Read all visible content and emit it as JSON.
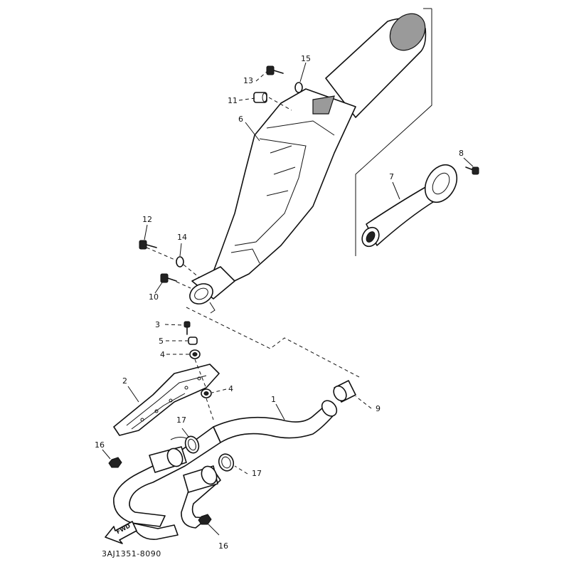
{
  "diagram": {
    "drawing_code": "3AJ1351-8090",
    "direction_label": "FWD",
    "callouts": [
      {
        "id": "c1",
        "label": "1"
      },
      {
        "id": "c2",
        "label": "2"
      },
      {
        "id": "c3",
        "label": "3"
      },
      {
        "id": "c4a",
        "label": "4"
      },
      {
        "id": "c4b",
        "label": "4"
      },
      {
        "id": "c5",
        "label": "5"
      },
      {
        "id": "c6",
        "label": "6"
      },
      {
        "id": "c7",
        "label": "7"
      },
      {
        "id": "c8",
        "label": "8"
      },
      {
        "id": "c9",
        "label": "9"
      },
      {
        "id": "c10",
        "label": "10"
      },
      {
        "id": "c11",
        "label": "11"
      },
      {
        "id": "c12",
        "label": "12"
      },
      {
        "id": "c13",
        "label": "13"
      },
      {
        "id": "c14",
        "label": "14"
      },
      {
        "id": "c15",
        "label": "15"
      },
      {
        "id": "c16a",
        "label": "16"
      },
      {
        "id": "c16b",
        "label": "16"
      },
      {
        "id": "c17a",
        "label": "17"
      },
      {
        "id": "c17b",
        "label": "17"
      }
    ]
  }
}
